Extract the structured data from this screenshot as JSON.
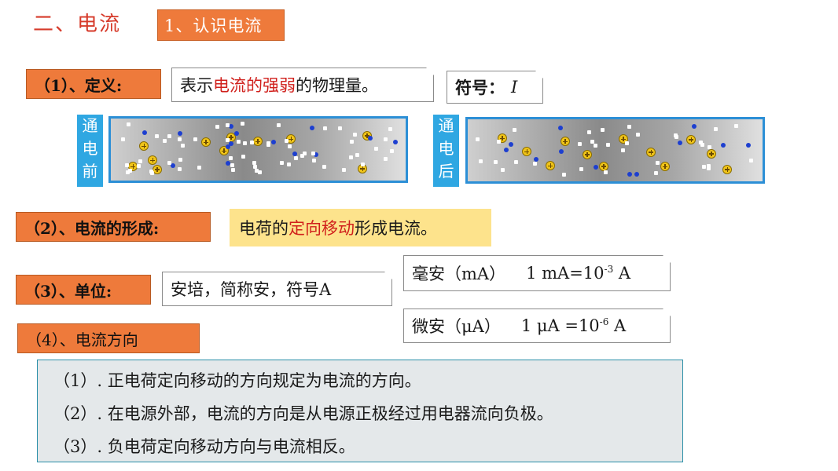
{
  "header": {
    "title": "二、电流",
    "subtitle": "1、认识电流"
  },
  "definition": {
    "label": "（1）、定义:",
    "text_pre": "表示",
    "text_highlight": "电流的强弱",
    "text_post": "的物理量。",
    "symbol_label": "符号：",
    "symbol_value": "I"
  },
  "wires": {
    "before_label": [
      "通",
      "电",
      "前"
    ],
    "after_label": [
      "通",
      "电",
      "后"
    ]
  },
  "formation": {
    "label": "（2）、电流的形成:",
    "text_pre": "电荷的",
    "text_highlight": "定向移动",
    "text_post": "形成电流。"
  },
  "unit": {
    "label": "（3）、单位:",
    "text": "安培，简称安，符号A",
    "milli_name": "毫安（mA）",
    "milli_eq_pre": "1 mA=10",
    "milli_exp": "-3",
    "milli_eq_post": " A",
    "micro_name": "微安（μA）",
    "micro_eq_pre": "1 μA =10",
    "micro_exp": "-6",
    "micro_eq_post": " A"
  },
  "direction": {
    "label": "（4）、电流方向",
    "lines": [
      "（1）. 正电荷定向移动的方向规定为电流的方向。",
      "（2）. 在电源外部，电流的方向是从电源正极经过用电器流向负极。",
      "（3）. 负电荷定向移动方向与电流相反。"
    ]
  },
  "colors": {
    "accent_orange": "#ee7a3b",
    "highlight_red": "#d0201c",
    "label_blue": "#2fa7e2",
    "note_yellow": "#fde38c"
  }
}
